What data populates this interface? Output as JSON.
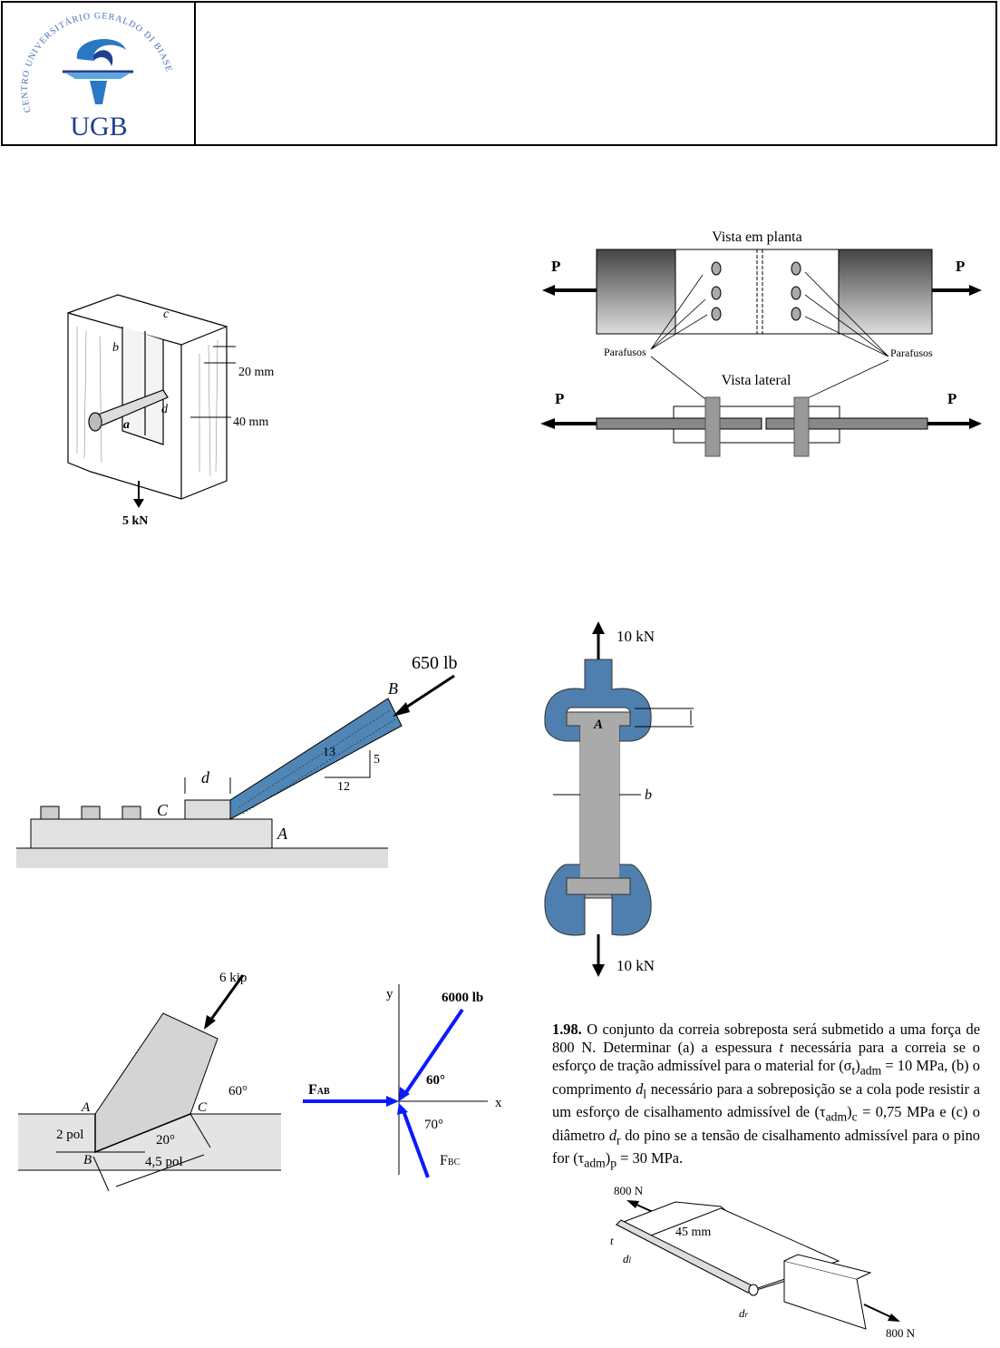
{
  "header": {
    "logo": {
      "ring_text": "CENTRO UNIVERSITÁRIO GERALDO DI BIASE",
      "initials": "UGB",
      "colors": {
        "dark_blue": "#1f3f8f",
        "light_blue": "#56a8de",
        "mid_blue": "#2a78c4"
      }
    }
  },
  "figures": {
    "wood_joint": {
      "label_c": "c",
      "label_b": "b",
      "label_a": "a",
      "label_d": "d",
      "dim_1": "20 mm",
      "dim_2": "40 mm",
      "load": "5 kN"
    },
    "bolted_plate": {
      "plan_title": "Vista em planta",
      "side_title": "Vista lateral",
      "load": "P",
      "bolts_label": "Parafusos"
    },
    "inclined_strut": {
      "load": "650 lb",
      "label_b": "B",
      "label_c": "C",
      "label_a": "A",
      "label_d": "d",
      "slope_hyp": "13",
      "slope_rise": "5",
      "slope_run": "12",
      "strut_color": "#4f86b6"
    },
    "tension_specimen": {
      "load_top": "10 kN",
      "load_bottom": "10 kN",
      "label_a": "A",
      "label_b": "b",
      "grip_color": "#4f7fae"
    },
    "notched_joint": {
      "load": "6 kip",
      "label_a": "A",
      "label_b": "B",
      "label_c": "C",
      "angle_60": "60°",
      "depth": "2 pol",
      "angle_20": "20°",
      "length": "4,5 pol"
    },
    "free_body": {
      "axis_y": "y",
      "axis_x": "x",
      "force_main": "6000 lb",
      "angle_60": "60°",
      "angle_70": "70°",
      "f_ab": "F",
      "f_ab_sub": "AB",
      "f_bc": "F",
      "f_bc_sub": "BC",
      "force_color": "#0a1aff"
    },
    "lap_belt": {
      "load_left": "800 N",
      "load_right": "800 N",
      "width": "45 mm",
      "label_t": "t",
      "label_dl": "d",
      "label_dl_sub": "l",
      "label_dr": "d",
      "label_dr_sub": "r"
    }
  },
  "problem": {
    "number": "1.98.",
    "text_1": " O conjunto da correia sobreposta será submetido a uma força de 800 N. Determinar (a) a espessura ",
    "t": "t",
    "text_2": " necessária para a correia se o esforço de tração admissível para o material for (σ",
    "sub_t": "t",
    "text_3": ")",
    "sub_adm1": "adm",
    "text_4": " = 10 MPa, (b) o comprimento ",
    "dl": "d",
    "dl_sub": "l",
    "text_5": " necessário para a sobreposição se a cola pode resistir a um esforço de cisalhamento admissível de (τ",
    "sub_adm2": "adm",
    "text_6": ")",
    "sub_c": "c",
    "text_7": " = 0,75 MPa e (c) o diâmetro ",
    "dr": "d",
    "dr_sub": "r",
    "text_8": " do pino se a tensão de cisalhamento admissível para o pino for (τ",
    "sub_adm3": "adm",
    "text_9": ")",
    "sub_p": "p",
    "text_10": " = 30 MPa."
  }
}
